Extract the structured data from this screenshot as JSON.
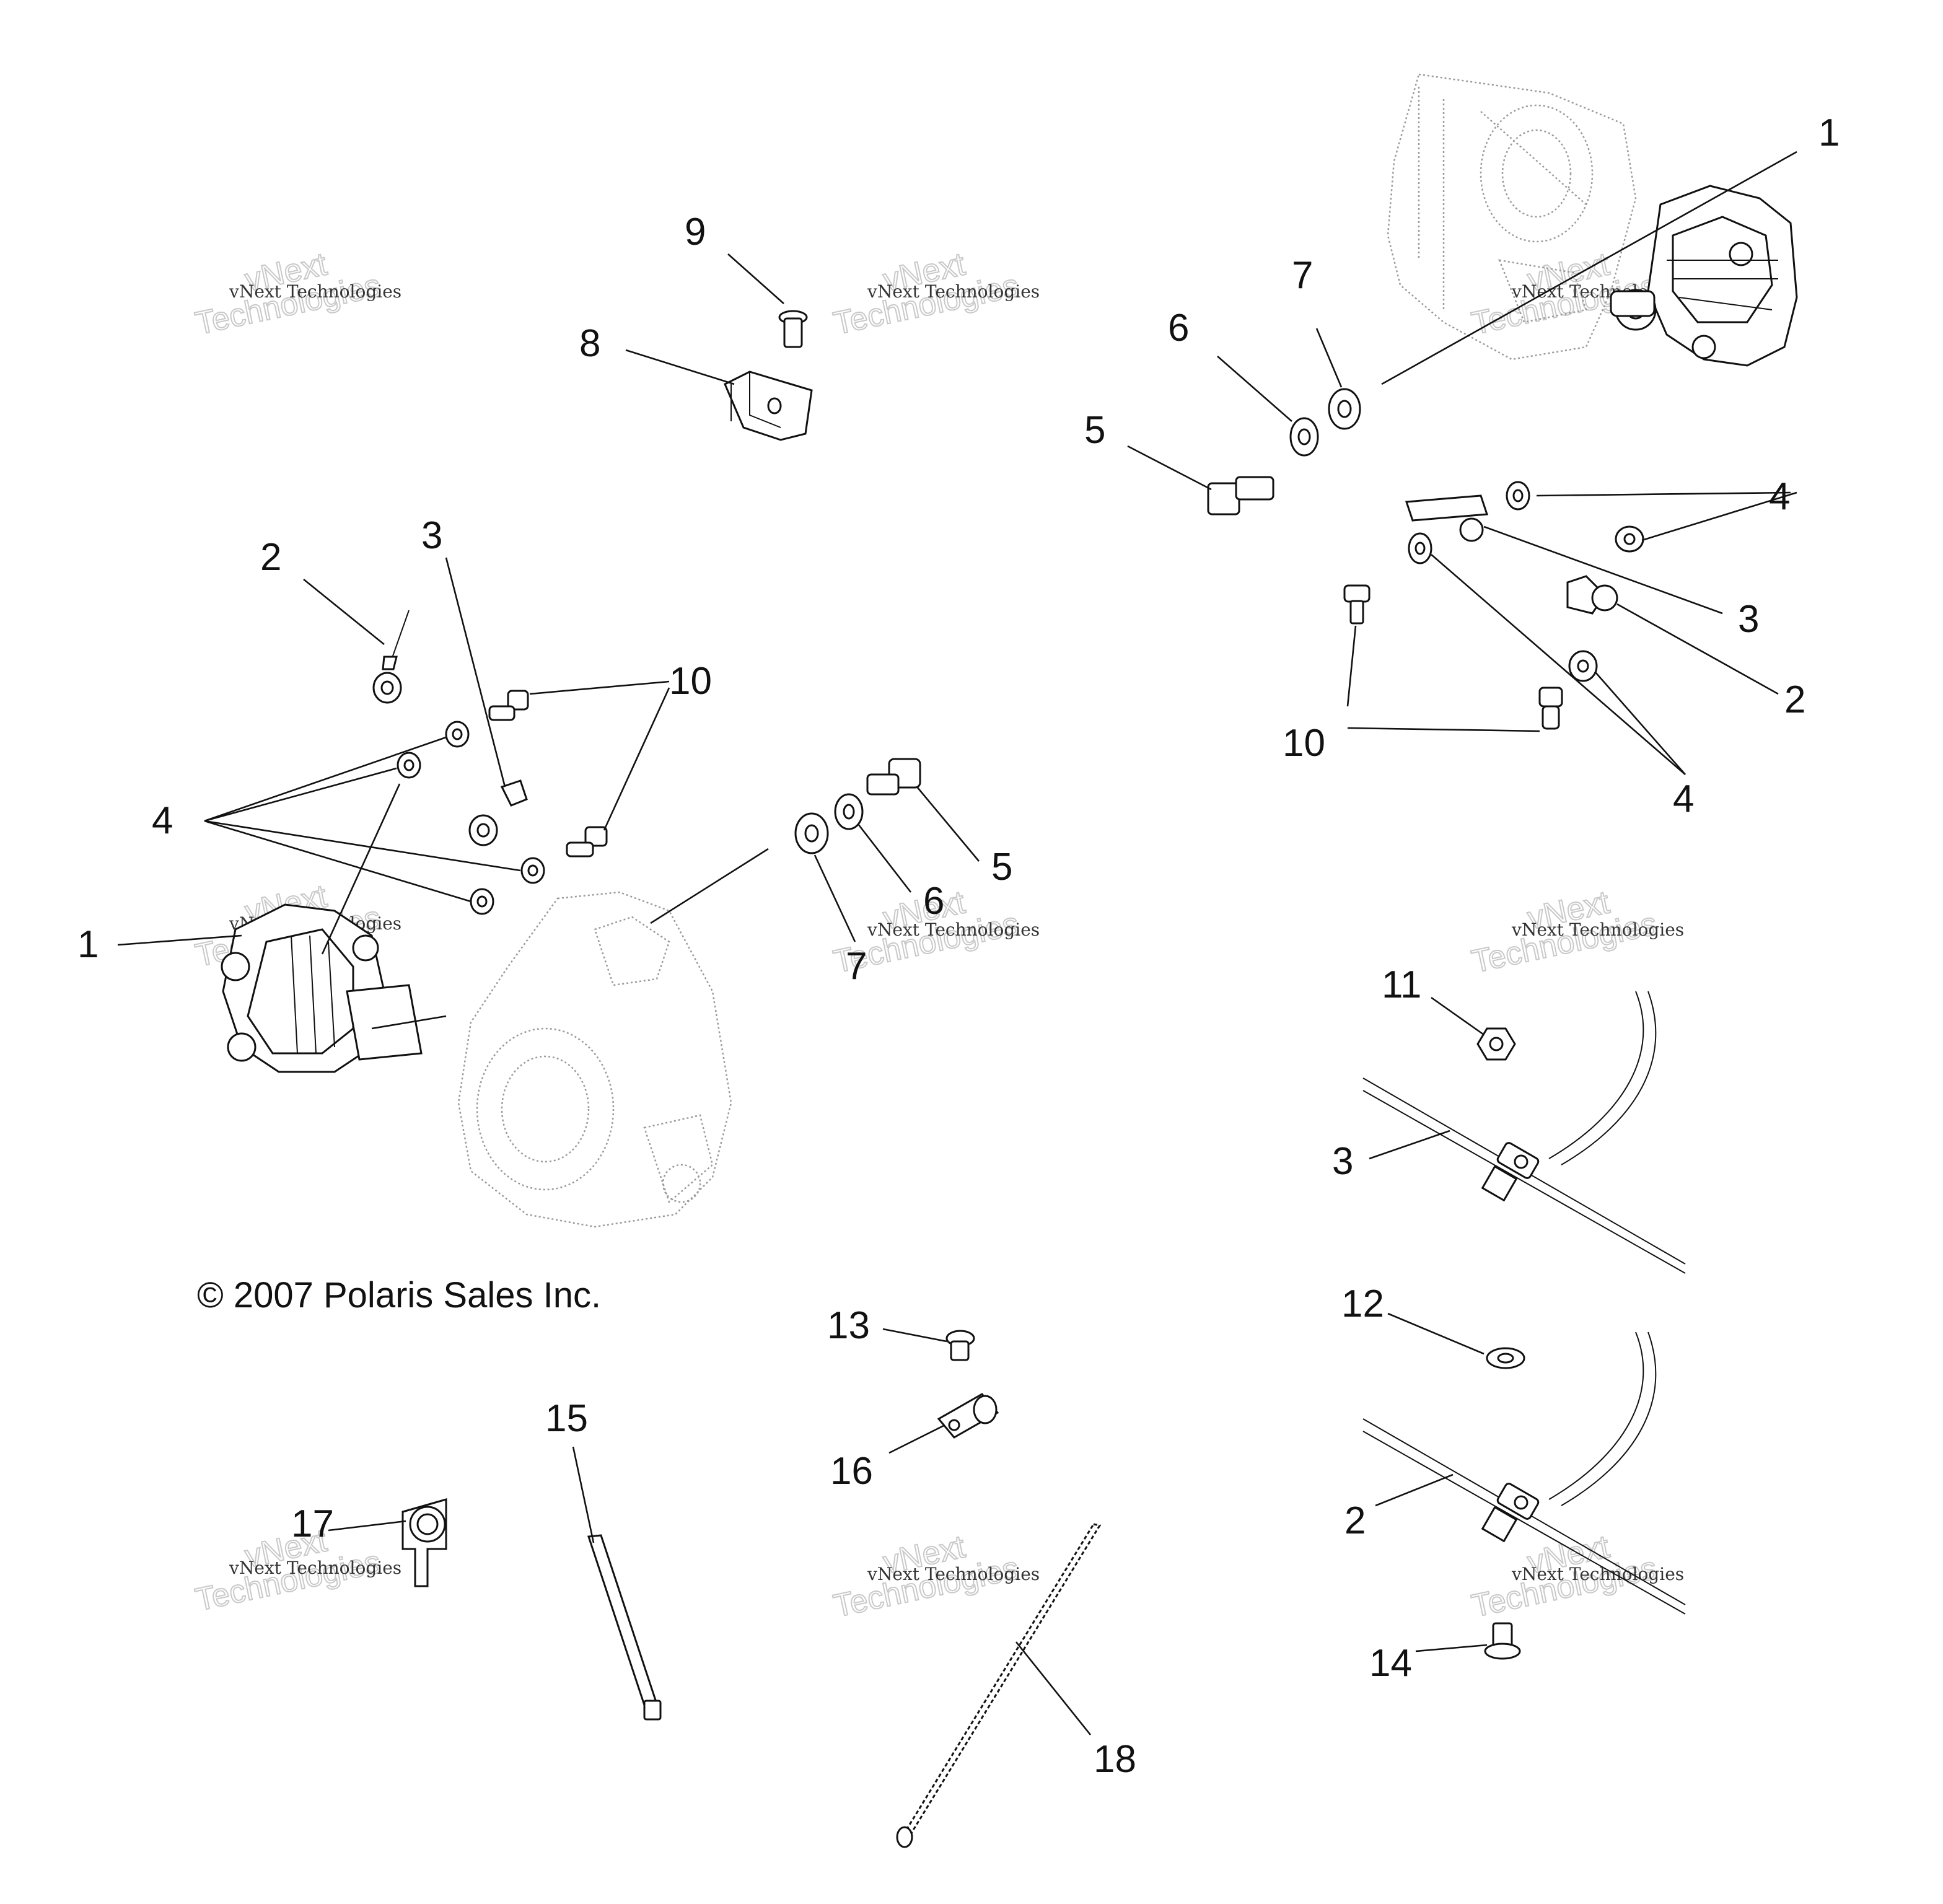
{
  "copyright": "© 2007 Polaris Sales Inc.",
  "watermark": {
    "line1": "vNext Technologies",
    "line2": "Technologies",
    "outline": "vNext"
  },
  "callouts": {
    "c9": "9",
    "c8": "8",
    "c7_top": "7",
    "c6_top": "6",
    "c5_top": "5",
    "c1_top": "1",
    "c4_tr1": "4",
    "c3_tr": "3",
    "c2_tr": "2",
    "c4_tr2": "4",
    "c10_tr": "10",
    "c2_left": "2",
    "c3_left": "3",
    "c10_left": "10",
    "c4_left": "4",
    "c1_left": "1",
    "c5_mid": "5",
    "c6_mid": "6",
    "c7_mid": "7",
    "c11": "11",
    "c3_br": "3",
    "c12": "12",
    "c2_br": "2",
    "c14": "14",
    "c13": "13",
    "c16": "16",
    "c15": "15",
    "c17": "17",
    "c18": "18"
  },
  "icons": [
    "brake-caliper",
    "wheel-hub",
    "banjo-bolt",
    "washer",
    "brake-line",
    "cable-clamp",
    "cable-tie",
    "nut",
    "screw"
  ]
}
